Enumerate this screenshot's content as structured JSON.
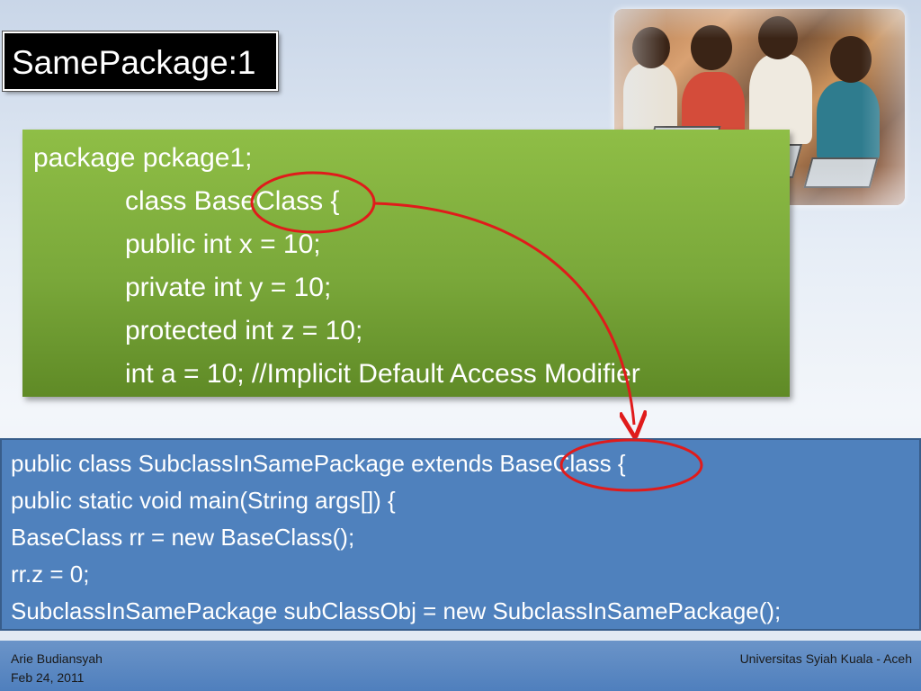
{
  "slide": {
    "title": "SamePackage:1",
    "code_block_1": {
      "lines": [
        "package pckage1;",
        "class BaseClass {",
        "public int x = 10;",
        "private int y = 10;",
        "protected int z = 10;",
        "int a = 10; //Implicit Default Access Modifier"
      ]
    },
    "code_block_2": {
      "lines": [
        "public class SubclassInSamePackage extends BaseClass {",
        "public static void main(String args[]) {",
        "BaseClass rr = new BaseClass();",
        "rr.z = 0;",
        "SubclassInSamePackage subClassObj = new SubclassInSamePackage();"
      ]
    },
    "annotation_color": "#e01b1b",
    "footer": {
      "author": "Arie Budiansyah",
      "date": "Feb 24, 2011",
      "institution": "Universitas Syiah Kuala - Aceh"
    },
    "colors": {
      "green_box": "#7aa83a",
      "blue_box": "#4f81bd",
      "title_bg": "#000000"
    }
  }
}
